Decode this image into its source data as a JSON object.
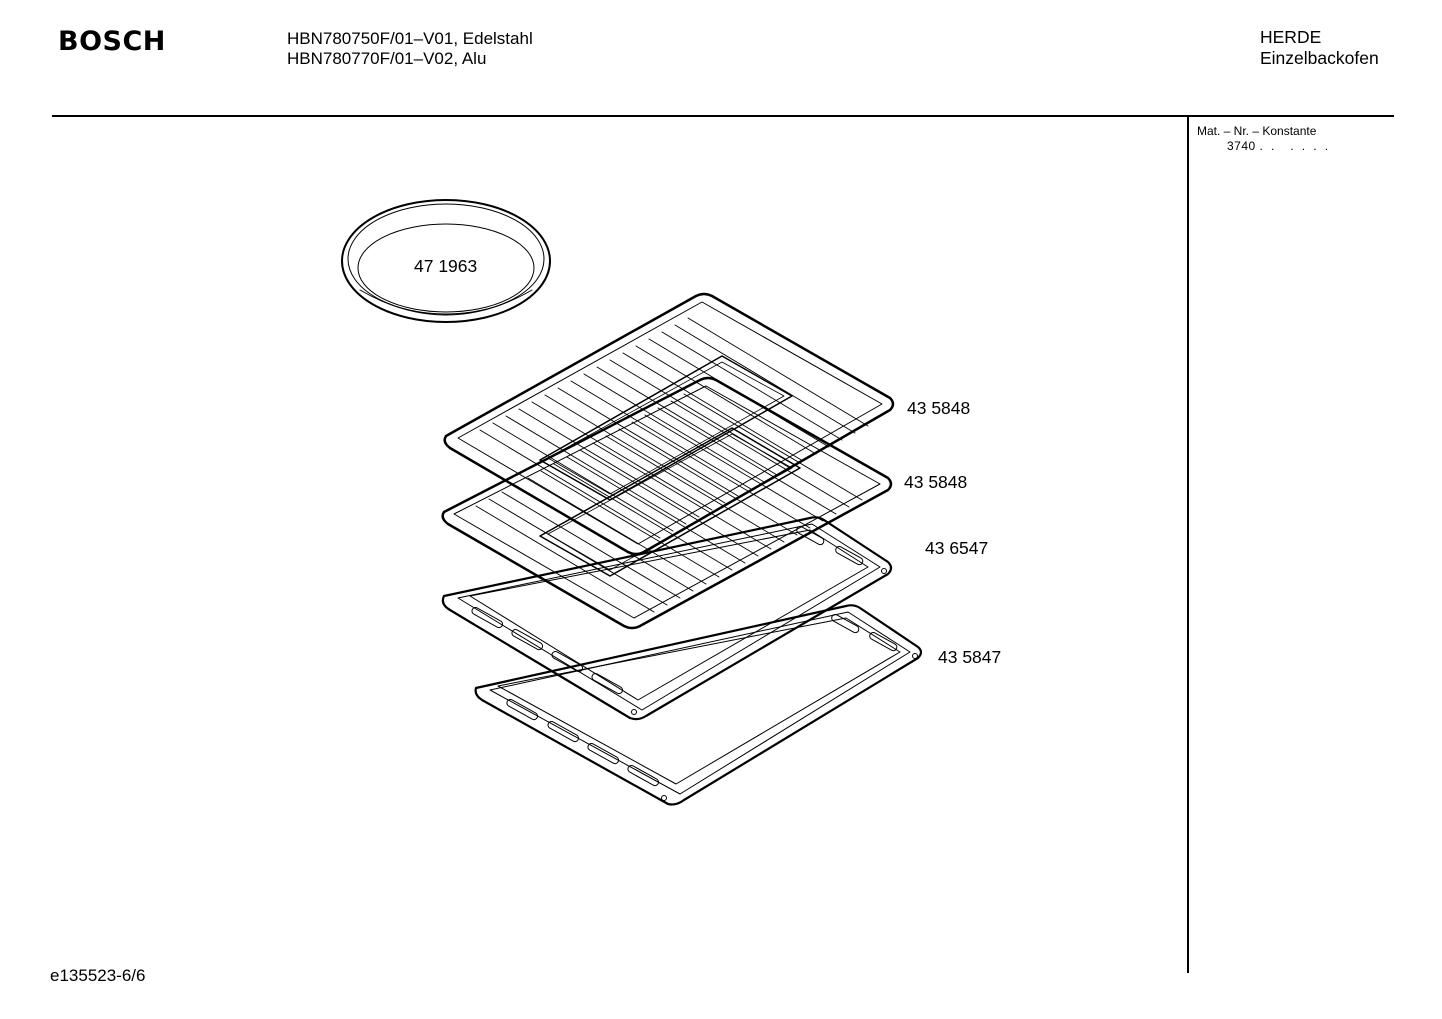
{
  "header": {
    "brand": "BOSCH",
    "models": [
      "HBN780750F/01–V01, Edelstahl",
      "HBN780770F/01–V02, Alu"
    ],
    "category": "HERDE",
    "subcategory": "Einzelbackofen"
  },
  "side_panel": {
    "mat_label": "Mat. – Nr. – Konstante",
    "mat_value": "3740 .  .    .  .  .  ."
  },
  "parts": [
    {
      "id": "pizza-pan",
      "number": "47 1963"
    },
    {
      "id": "wire-rack-top",
      "number": "43 5848"
    },
    {
      "id": "wire-rack-bottom",
      "number": "43 5848"
    },
    {
      "id": "baking-tray",
      "number": "43 6547"
    },
    {
      "id": "deep-tray",
      "number": "43 5847"
    }
  ],
  "footer": {
    "drawing_id": "e135523-6/6"
  }
}
